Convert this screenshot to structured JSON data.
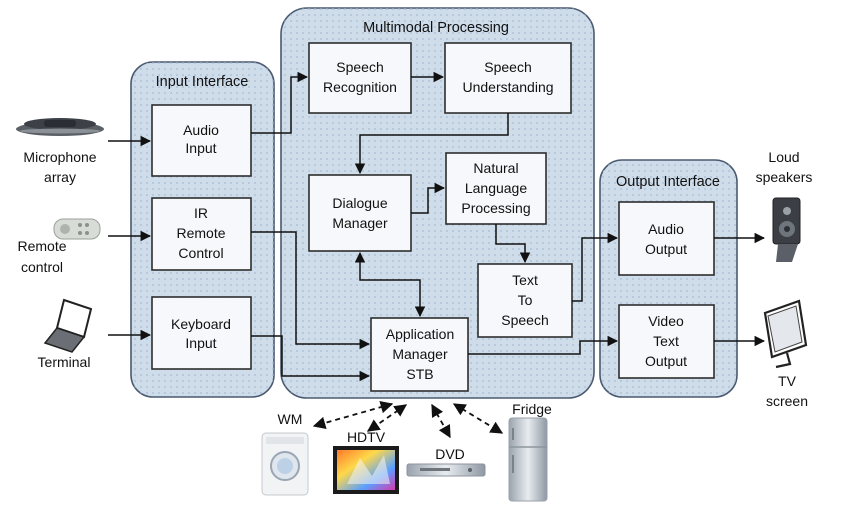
{
  "panels": {
    "input_title": "Input Interface",
    "processing_title": "Multimodal Processing",
    "output_title": "Output Interface"
  },
  "blocks": {
    "audio_input": [
      "Audio",
      "Input"
    ],
    "ir_remote": [
      "IR",
      "Remote",
      "Control"
    ],
    "keyboard_input": [
      "Keyboard",
      "Input"
    ],
    "speech_recognition": [
      "Speech",
      "Recognition"
    ],
    "speech_understanding": [
      "Speech",
      "Understanding"
    ],
    "dialogue_manager": [
      "Dialogue",
      "Manager"
    ],
    "nlp": [
      "Natural",
      "Language",
      "Processing"
    ],
    "tts": [
      "Text",
      "To",
      "Speech"
    ],
    "app_manager": [
      "Application",
      "Manager",
      "STB"
    ],
    "audio_output": [
      "Audio",
      "Output"
    ],
    "video_output": [
      "Video",
      "Text",
      "Output"
    ]
  },
  "devices": {
    "microphone": [
      "Microphone",
      "array"
    ],
    "remote": [
      "Remote",
      "control"
    ],
    "terminal": [
      "Terminal"
    ],
    "speakers": [
      "Loud",
      "speakers"
    ],
    "tv": [
      "TV",
      "screen"
    ],
    "wm": "WM",
    "hdtv": "HDTV",
    "dvd": "DVD",
    "fridge": "Fridge"
  }
}
